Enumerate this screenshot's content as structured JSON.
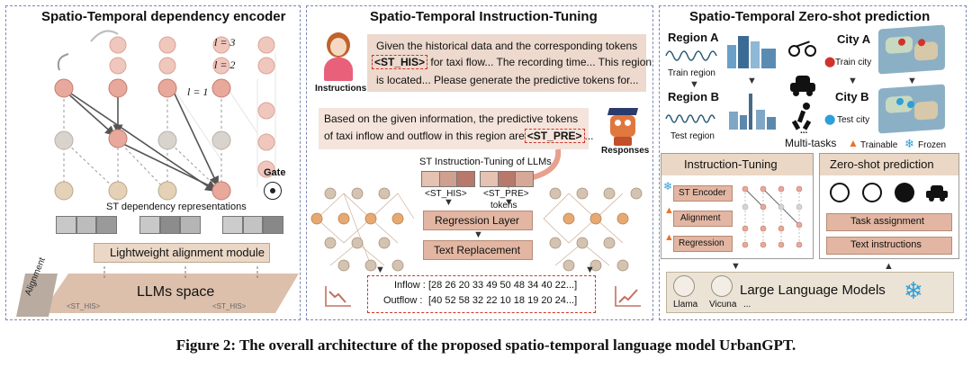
{
  "caption": "Figure 2: The overall architecture of the proposed spatio-temporal language model UrbanGPT.",
  "encoder": {
    "title": "Spatio-Temporal dependency encoder",
    "layers": [
      "l = 3",
      "l = 2",
      "l = 1"
    ],
    "gate_label": "Gate",
    "representations_label": "ST dependency representations",
    "alignment_module": "Lightweight alignment module",
    "alignment_tag": "Alignment",
    "llm_space": "LLMs space",
    "token_left": "<ST_HIS>",
    "token_right": "<ST_HIS>"
  },
  "tuning": {
    "title": "Spatio-Temporal Instruction-Tuning",
    "instructions_label": "Instructions",
    "instruction_line1": "Given the historical data and the corresponding tokens",
    "instruction_token": "<ST_HIS>",
    "instruction_line2": "for taxi flow... The recording time... This region",
    "instruction_line3": "is located... Please generate the predictive tokens for...",
    "response_line1": "Based on the given information, the predictive tokens",
    "response_line2a": "of taxi inflow and outflow in this region are",
    "response_token": "<ST_PRE>",
    "response_line2b": "...",
    "responses_label": "Responses",
    "llm_tuning_label": "ST Instruction-Tuning of LLMs",
    "token_his": "<ST_HIS>",
    "token_pre": "<ST_PRE>",
    "tokens_label": "tokens",
    "regression_layer": "Regression Layer",
    "text_replacement": "Text Replacement",
    "inflow_label": "Inflow :",
    "inflow_values": "[28 26 20 33 49 50 48 34 40 22...]",
    "outflow_label": "Outflow :",
    "outflow_values": "[40 52 58 32 22 10 18 19 20 24...]"
  },
  "zeroshot": {
    "title": "Spatio-Temporal Zero-shot prediction",
    "region_a": "Region A",
    "train_region": "Train region",
    "region_b": "Region B",
    "test_region": "Test region",
    "city_a": "City A",
    "train_city": "Train city",
    "city_b": "City B",
    "test_city": "Test city",
    "multi_tasks": "Multi-tasks",
    "trainable": "Trainable",
    "frozen": "Frozen",
    "instruction_tuning": "Instruction-Tuning",
    "st_encoder": "ST Encoder",
    "alignment": "Alignment",
    "regression": "Regression",
    "zero_shot_prediction": "Zero-shot prediction",
    "task_assignment": "Task assignment",
    "text_instructions": "Text instructions",
    "llm": "Large Language Models",
    "llama": "Llama",
    "vicuna": "Vicuna",
    "more": "..."
  },
  "colors": {
    "panel_border": "#7e86b8",
    "salmon_node": "#e9a89c",
    "grey_node": "#d9d3cd",
    "beige_node": "#e5d2b6",
    "box_fill": "#ead7c5",
    "box_dark": "#e2b6a2",
    "accent_red": "#d0332b"
  }
}
